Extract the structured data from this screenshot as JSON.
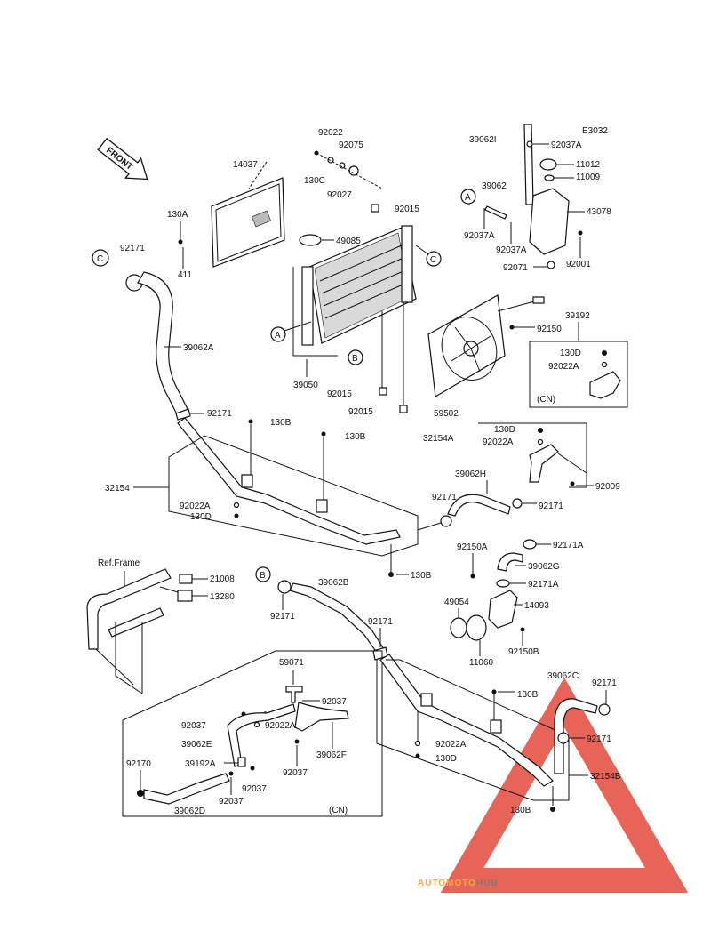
{
  "diagram_code": "E3032",
  "front_label": "FRONT",
  "frame_ref_label": "Ref.Frame",
  "cn_label": "(CN)",
  "callout_letters": {
    "a": "A",
    "b": "B",
    "c": "C"
  },
  "watermark": {
    "part1": "AUTOMOTO",
    "part2": "HUB",
    "color1": "#f3a93b",
    "color2": "#7d7d7d",
    "triangle_color": "#e24a3b"
  },
  "parts": {
    "p14037": "14037",
    "p130A": "130A",
    "p411": "411",
    "p92171": "92171",
    "p39062A": "39062A",
    "p92022": "92022",
    "p92075": "92075",
    "p130C": "130C",
    "p92027": "92027",
    "p92015": "92015",
    "p49085": "49085",
    "p39050": "39050",
    "p59502": "59502",
    "p39062I": "39062I",
    "p92037A": "92037A",
    "p11012": "11012",
    "p11009": "11009",
    "p39062": "39062",
    "p43078": "43078",
    "p92001": "92001",
    "p92071": "92071",
    "p92150": "92150",
    "p39192": "39192",
    "p130D": "130D",
    "p92022A": "92022A",
    "p130B": "130B",
    "p32154": "32154",
    "p32154A": "32154A",
    "p92009": "92009",
    "p39062H": "39062H",
    "p92171A": "92171A",
    "p92150A": "92150A",
    "p39062G": "39062G",
    "p49054": "49054",
    "p14093": "14093",
    "p11060": "11060",
    "p92150B": "92150B",
    "p21008": "21008",
    "p13280": "13280",
    "p39062B": "39062B",
    "p59071": "59071",
    "p92037": "92037",
    "p130": "130",
    "p39062E": "39062E",
    "p39062F": "39062F",
    "p39192A": "39192A",
    "p92170": "92170",
    "p39062D": "39062D",
    "p39062C": "39062C",
    "p32154B": "32154B"
  }
}
